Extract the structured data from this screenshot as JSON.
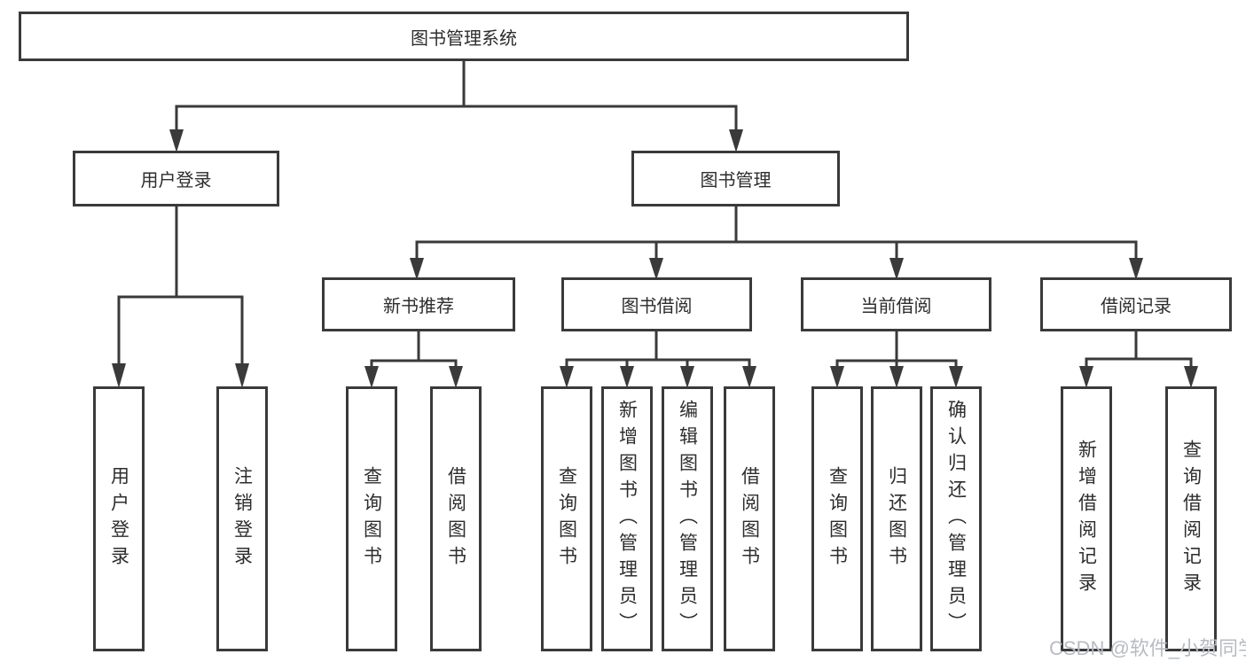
{
  "tree": {
    "root": {
      "label": "图书管理系统"
    },
    "branches": [
      {
        "label": "用户登录",
        "children": [
          {
            "label": "用户登录"
          },
          {
            "label": "注销登录"
          }
        ]
      },
      {
        "label": "图书管理",
        "sections": [
          {
            "label": "新书推荐",
            "children": [
              {
                "label": "查询图书"
              },
              {
                "label": "借阅图书"
              }
            ]
          },
          {
            "label": "图书借阅",
            "children": [
              {
                "label": "查询图书"
              },
              {
                "label": "新增图书（管理员）"
              },
              {
                "label": "编辑图书（管理员）"
              },
              {
                "label": "借阅图书"
              }
            ]
          },
          {
            "label": "当前借阅",
            "children": [
              {
                "label": "查询图书"
              },
              {
                "label": "归还图书"
              },
              {
                "label": "确认归还（管理员）"
              }
            ]
          },
          {
            "label": "借阅记录",
            "children": [
              {
                "label": "新增借阅记录"
              },
              {
                "label": "查询借阅记录"
              }
            ]
          }
        ]
      }
    ]
  },
  "watermark": {
    "text": "CSDN @软件_小贺同学"
  },
  "colors": {
    "line": "#3a3a3a",
    "text": "#2d2d2d",
    "watermark": "#b7bbc1"
  }
}
